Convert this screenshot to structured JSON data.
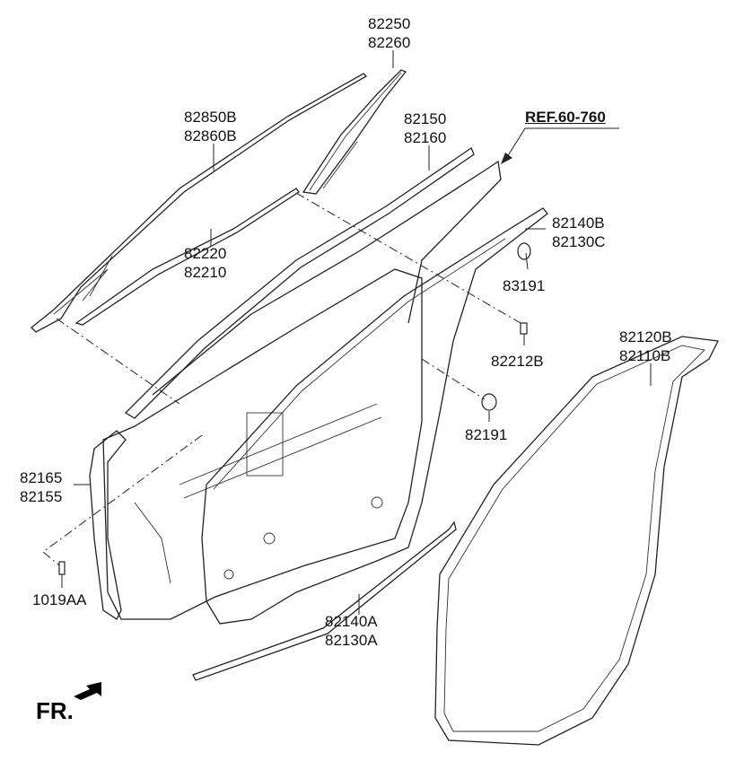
{
  "diagram": {
    "parts": {
      "glass_run_upper": [
        "82250",
        "82260"
      ],
      "belt_outer": [
        "82850B",
        "82860B"
      ],
      "weatherstrip_upper": [
        "82150",
        "82160"
      ],
      "reference": "REF.60-760",
      "door_side_weatherstrip": [
        "82140B",
        "82130C"
      ],
      "clip_83191": "83191",
      "belt_inner": [
        "82220",
        "82210"
      ],
      "screw_82212B": "82212B",
      "body_weatherstrip": [
        "82120B",
        "82110B"
      ],
      "plug_82191": "82191",
      "front_seal": [
        "82165",
        "82155"
      ],
      "screw_1019AA": "1019AA",
      "lower_weatherstrip": [
        "82140A",
        "82130A"
      ]
    },
    "direction": "FR."
  }
}
